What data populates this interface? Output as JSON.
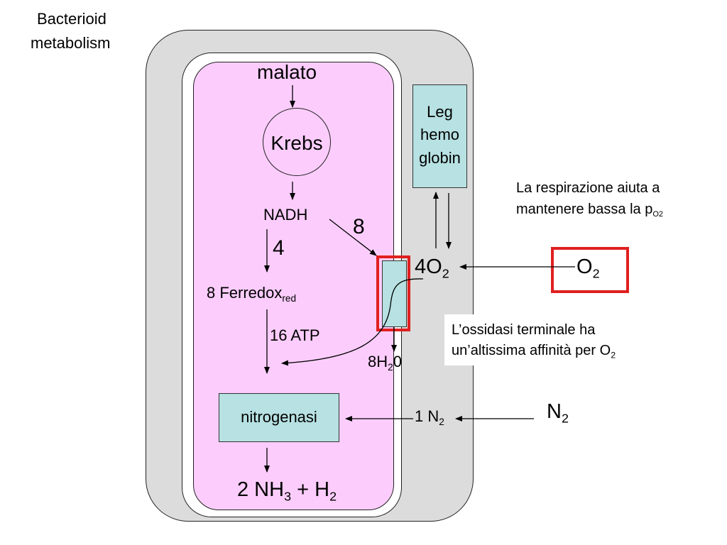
{
  "title": {
    "line1": "Bacterioid",
    "line2": "metabolism"
  },
  "malato": "malato",
  "krebs": "Krebs",
  "nadh": "NADH",
  "num8": "8",
  "num4": "4",
  "ferredox": {
    "main": "8 Ferredox",
    "sub": "red"
  },
  "atp": "16 ATP",
  "nitrogenasi": "nitrogenasi",
  "product": {
    "a": "2 NH",
    "sub1": "3",
    "b": " + H",
    "sub2": "2"
  },
  "leghemo": {
    "l1": "Leg",
    "l2": "hemo",
    "l3": "globin"
  },
  "o2_4": {
    "main": "4O",
    "sub": "2"
  },
  "o2_ext": {
    "main": "O",
    "sub": "2"
  },
  "water": {
    "a": "8H",
    "sub": "2",
    "b": "0"
  },
  "n2_int": {
    "main": "1 N",
    "sub": "2"
  },
  "n2_ext": {
    "main": "N",
    "sub": "2"
  },
  "note_resp": {
    "line1": "La respirazione aiuta a",
    "line2": "mantenere bassa la p",
    "sub": "O2"
  },
  "note_oxidase": {
    "line1": "L’ossidasi terminale ha",
    "line2": "un’altissima affinità per O",
    "sub": "2"
  },
  "colors": {
    "bacteroid": "#fccdfc",
    "cell": "#dcdcdc",
    "protein": "#b7e1e2",
    "highlight": "#e02020"
  }
}
